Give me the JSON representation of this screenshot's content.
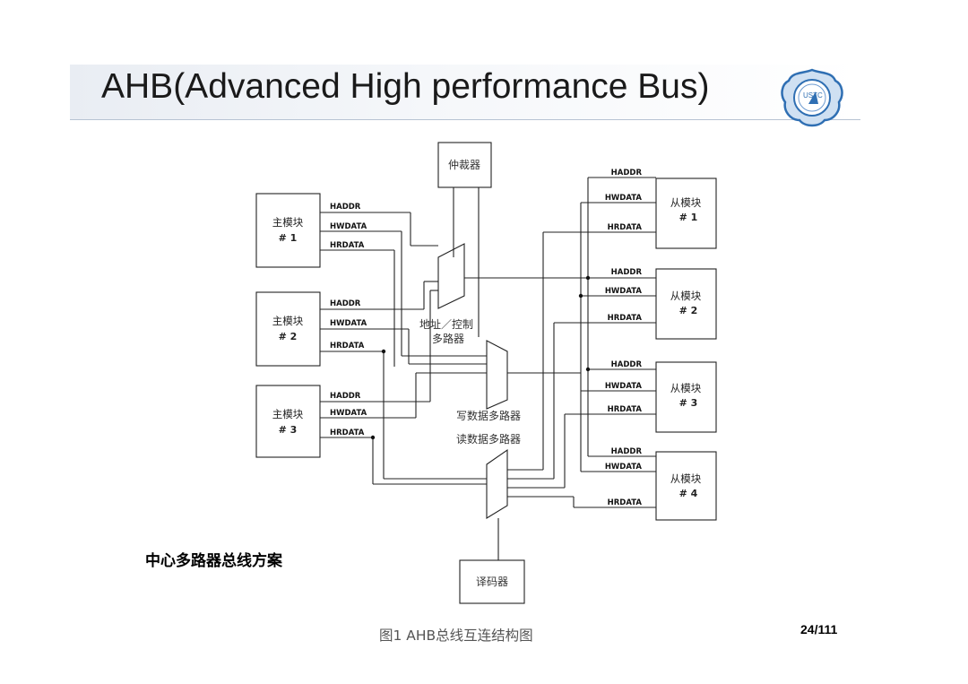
{
  "slide": {
    "title": "AHB(Advanced High performance Bus)",
    "logo_text": "USTC",
    "caption_left": "中心多路器总线方案",
    "figure_caption": "图1 AHB总线互连结构图",
    "page_number": "24/111"
  },
  "diagram": {
    "arbiter": "仲裁器",
    "decoder": "译码器",
    "mux_addr_line1": "地址／控制",
    "mux_addr_line2": "多路器",
    "mux_write": "写数据多路器",
    "mux_read": "读数据多路器",
    "masters": [
      {
        "label": "主模块",
        "num": "# 1",
        "signals": [
          "HADDR",
          "HWDATA",
          "HRDATA"
        ]
      },
      {
        "label": "主模块",
        "num": "# 2",
        "signals": [
          "HADDR",
          "HWDATA",
          "HRDATA"
        ]
      },
      {
        "label": "主模块",
        "num": "# 3",
        "signals": [
          "HADDR",
          "HWDATA",
          "HRDATA"
        ]
      }
    ],
    "slaves": [
      {
        "label": "从模块",
        "num": "# 1",
        "signals": [
          "HADDR",
          "HWDATA",
          "HRDATA"
        ]
      },
      {
        "label": "从模块",
        "num": "# 2",
        "signals": [
          "HADDR",
          "HWDATA",
          "HRDATA"
        ]
      },
      {
        "label": "从模块",
        "num": "# 3",
        "signals": [
          "HADDR",
          "HWDATA",
          "HRDATA"
        ]
      },
      {
        "label": "从模块",
        "num": "# 4",
        "signals": [
          "HADDR",
          "HWDATA",
          "HRDATA"
        ]
      }
    ]
  }
}
